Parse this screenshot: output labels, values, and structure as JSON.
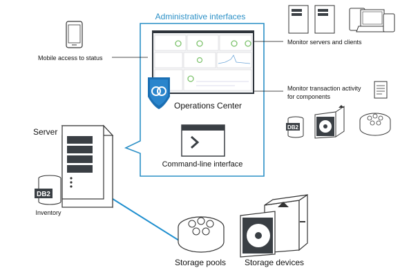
{
  "diagram": {
    "admin_title": "Administrative interfaces",
    "mobile_label": "Mobile access to status",
    "monitor_servers_label": "Monitor servers and clients",
    "monitor_tx_line1": "Monitor transaction activity",
    "monitor_tx_line2": "for components",
    "operations_center_label": "Operations Center",
    "cli_label": "Command-line interface",
    "server_label": "Server",
    "inventory_label": "Inventory",
    "db2_label": "DB2",
    "storage_pools_label": "Storage pools",
    "storage_devices_label": "Storage devices"
  },
  "colors": {
    "accent_blue": "#2a8fc6",
    "connector_blue": "#1f8fcf",
    "shield_blue": "#1b6fb3",
    "dark_gray": "#3a3f44",
    "outline": "#333333"
  }
}
